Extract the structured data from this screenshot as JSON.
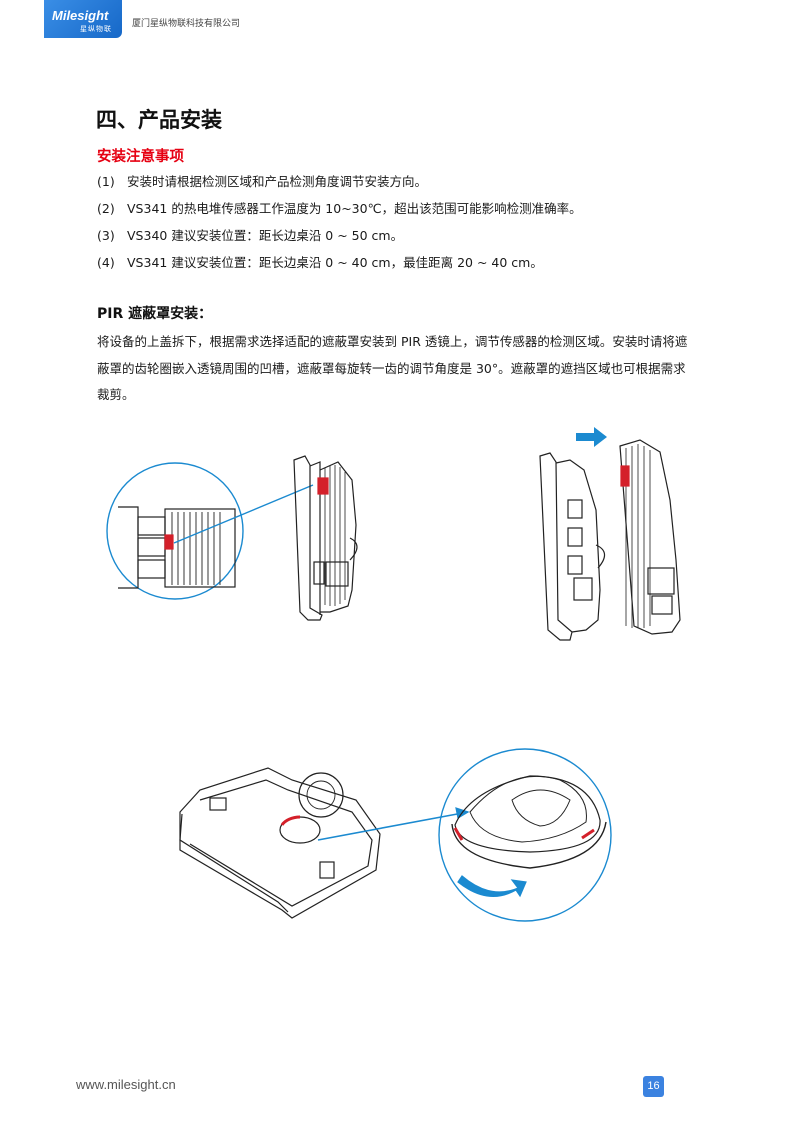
{
  "header": {
    "logo_text": "Milesight",
    "logo_sub": "星纵物联",
    "company": "厦门星纵物联科技有限公司"
  },
  "section": {
    "title": "四、产品安装",
    "notes_title": "安装注意事项",
    "notes": [
      {
        "num": "(1)",
        "text": "安装时请根据检测区域和产品检测角度调节安装方向。"
      },
      {
        "num": "(2)",
        "text": "VS341 的热电堆传感器工作温度为 10~30℃，超出该范围可能影响检测准确率。"
      },
      {
        "num": "(3)",
        "text": "VS340 建议安装位置：距长边桌沿 0 ~ 50 cm。"
      },
      {
        "num": "(4)",
        "text": "VS341 建议安装位置：距长边桌沿 0 ~ 40 cm，最佳距离 20 ~ 40 cm。"
      }
    ],
    "pir_title": "PIR 遮蔽罩安装：",
    "pir_text": "将设备的上盖拆下，根据需求选择适配的遮蔽罩安装到 PIR 透镜上，调节传感器的检测区域。安装时请将遮蔽罩的齿轮圈嵌入透镜周围的凹槽，遮蔽罩每旋转一齿的调节角度是 30°。遮蔽罩的遮挡区域也可根据需求裁剪。"
  },
  "footer": {
    "url": "www.milesight.cn",
    "page": "16"
  },
  "colors": {
    "brand_blue": "#2a7fd8",
    "heading_red": "#e60012",
    "callout_blue": "#1b8ad0",
    "part_red": "#d4202a"
  }
}
